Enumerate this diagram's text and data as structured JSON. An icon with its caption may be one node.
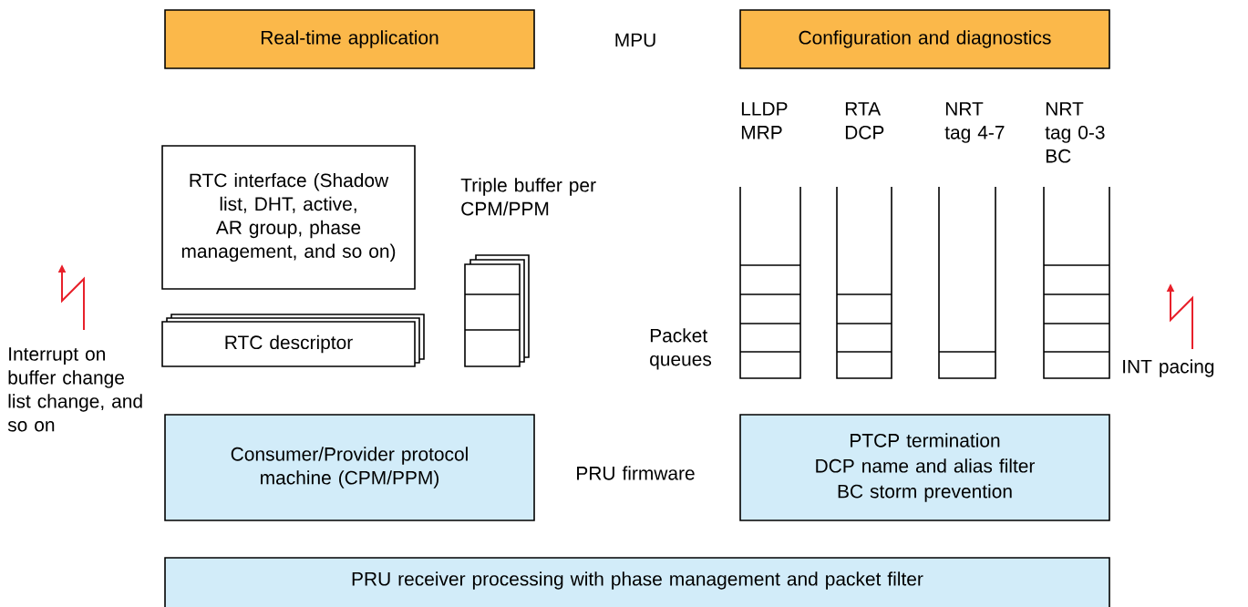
{
  "diagram": {
    "nodes": [
      {
        "text": [
          "Real-time application"
        ]
      },
      {
        "text": [
          "Configuration and diagnostics"
        ]
      },
      {
        "text": [
          "RTC interface (Shadow list, DHT, active, AR group, phase management, and so on)"
        ]
      },
      {
        "text": [
          "RTC descriptor"
        ]
      },
      {
        "text": [
          "Consumer/Provider protocol machine (CPM/PPM)"
        ]
      },
      {
        "text": [
          "PTCP termination",
          "DCP name and alias filter",
          "BC storm prevention"
        ]
      },
      {
        "text": [
          "PRU receiver processing with phase management and packet filter"
        ]
      }
    ],
    "edges": [],
    "labels": [
      "MPU",
      "LLDP MRP",
      "RTA DCP",
      "NRT tag 4-7",
      "NRT tag 0-3 BC",
      "Triple buffer per CPM/PPM",
      "Packet queues",
      "Interrupt on buffer change list change, and so on",
      "INT pacing",
      "PRU firmware"
    ]
  }
}
